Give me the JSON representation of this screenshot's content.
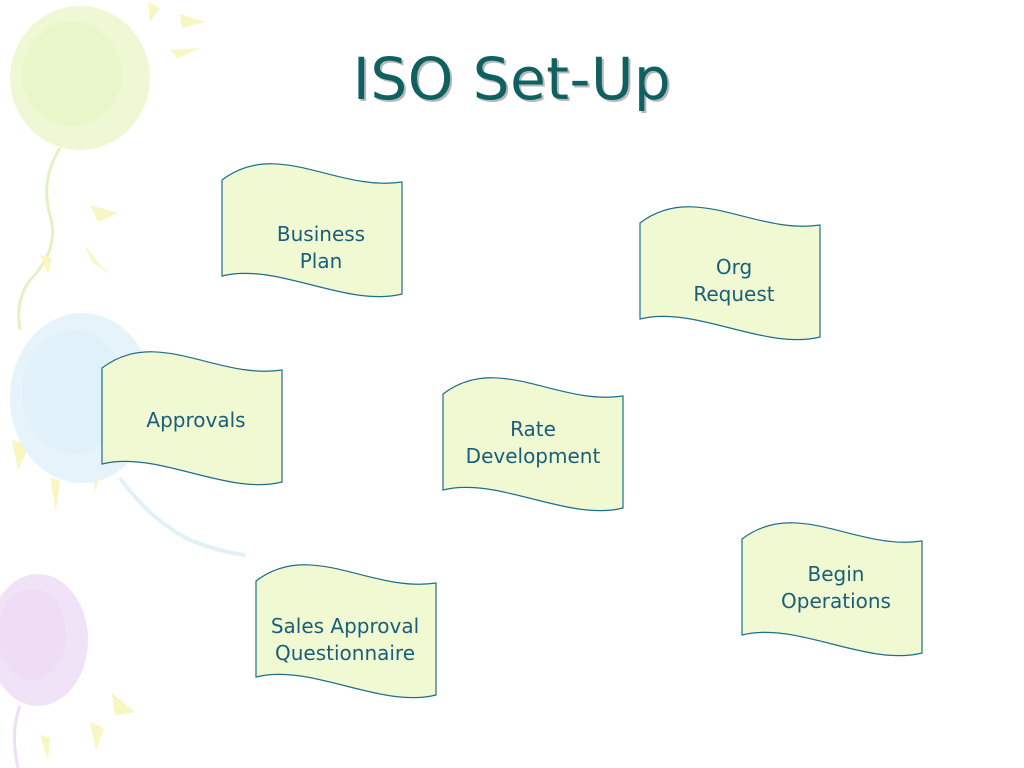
{
  "title": "ISO Set-Up",
  "nodes": {
    "business_plan": {
      "lines": [
        "Business",
        "Plan"
      ]
    },
    "org_request": {
      "lines": [
        "Org",
        "Request"
      ]
    },
    "approvals": {
      "lines": [
        "Approvals"
      ]
    },
    "rate_development": {
      "lines": [
        "Rate",
        "Development"
      ]
    },
    "begin_operations": {
      "lines": [
        "Begin",
        "Operations"
      ]
    },
    "sales_approval": {
      "lines": [
        "Sales Approval",
        "Questionnaire"
      ]
    }
  },
  "colors": {
    "title": "#0f6060",
    "shape_fill": "#f0f9d2",
    "shape_stroke": "#1e6f8c",
    "label": "#1a5f7a"
  }
}
